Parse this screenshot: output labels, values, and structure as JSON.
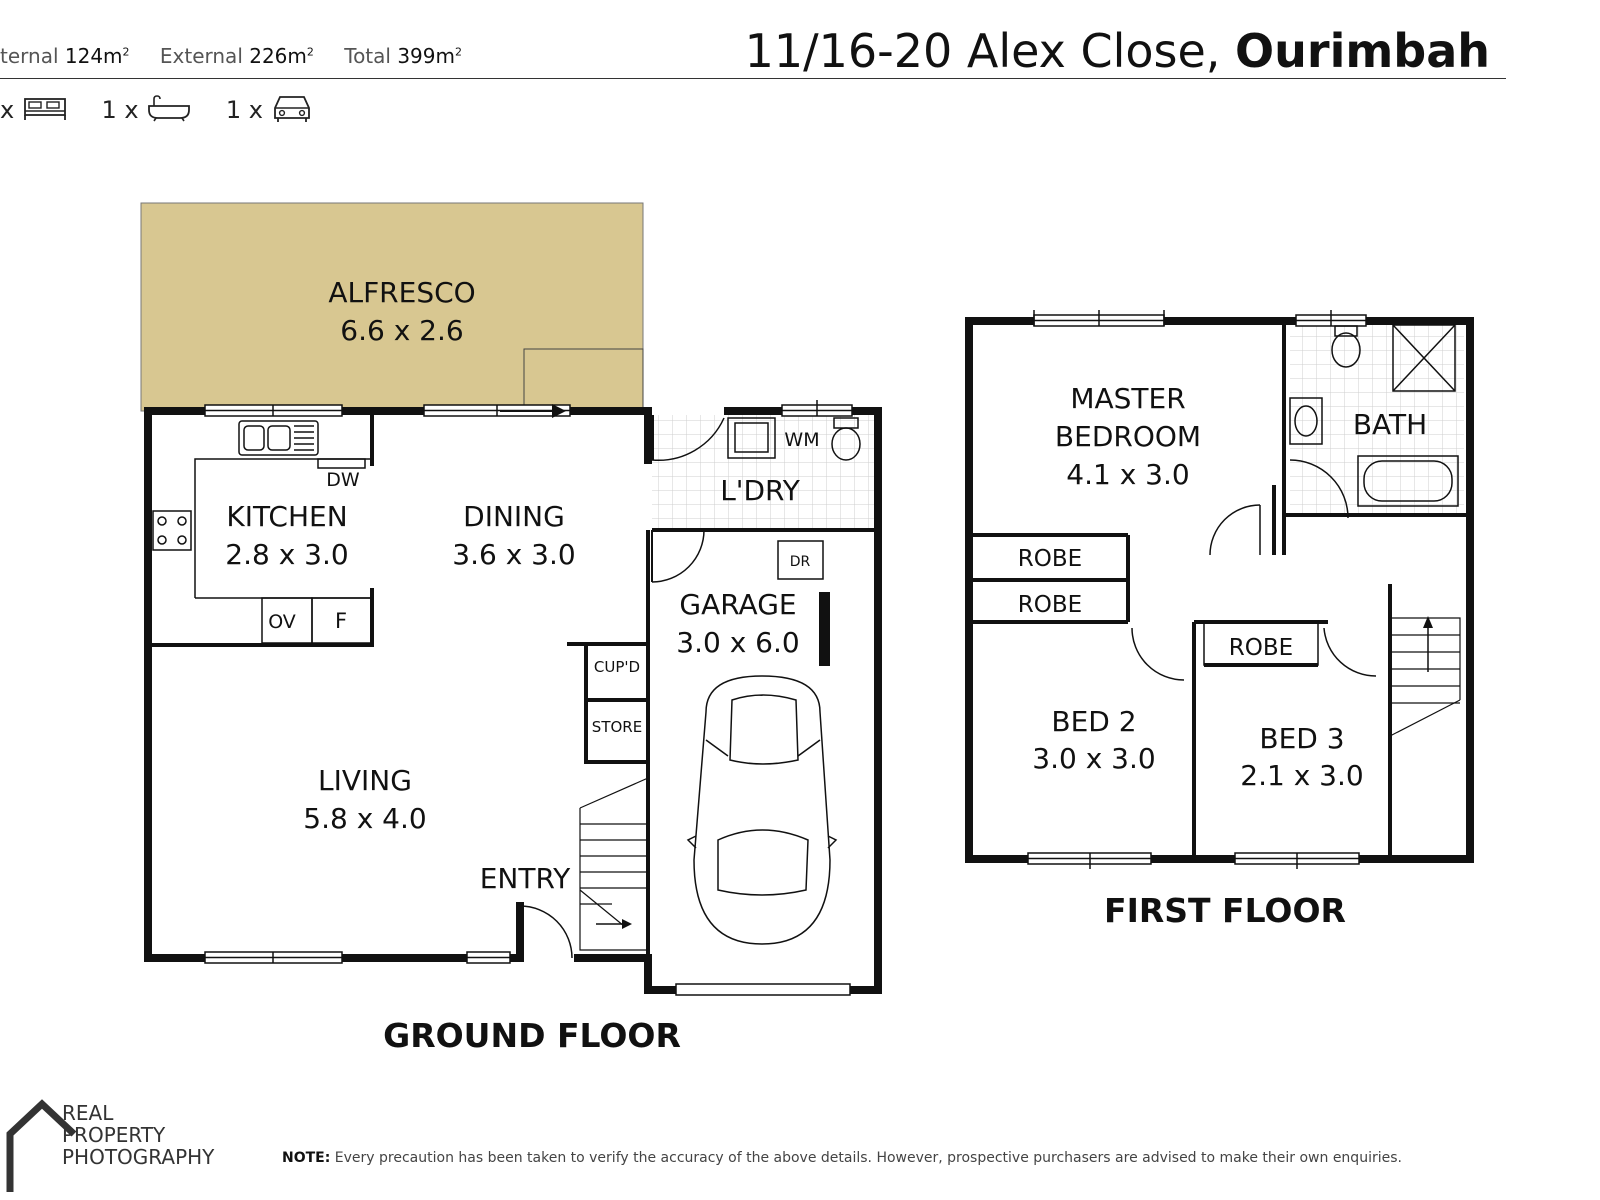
{
  "header": {
    "internal_label": "ternal",
    "internal_value": "124m",
    "external_label": "External",
    "external_value": "226m",
    "total_label": "Total",
    "total_value": "399m",
    "sup": "2",
    "address": "11/16-20 Alex Close,",
    "suburb": "Ourimbah"
  },
  "amenities": {
    "bed_text": "x",
    "bath_text": "1 x",
    "car_text": "1 x"
  },
  "ground_floor": {
    "title": "GROUND FLOOR",
    "alfresco_name": "ALFRESCO",
    "alfresco_size": "6.6 x 2.6",
    "kitchen_name": "KITCHEN",
    "kitchen_size": "2.8 x 3.0",
    "dining_name": "DINING",
    "dining_size": "3.6 x 3.0",
    "laundry_name": "L'DRY",
    "garage_name": "GARAGE",
    "garage_size": "3.0 x 6.0",
    "living_name": "LIVING",
    "living_size": "5.8 x 4.0",
    "entry": "ENTRY",
    "dw": "DW",
    "ov": "OV",
    "f": "F",
    "wm": "WM",
    "dr": "DR",
    "cupd": "CUP'D",
    "store": "STORE"
  },
  "first_floor": {
    "title": "FIRST FLOOR",
    "master_line1": "MASTER",
    "master_line2": "BEDROOM",
    "master_size": "4.1 x 3.0",
    "bath": "BATH",
    "robe1": "ROBE",
    "robe2": "ROBE",
    "robe3": "ROBE",
    "bed2_name": "BED 2",
    "bed2_size": "3.0 x 3.0",
    "bed3_name": "BED 3",
    "bed3_size": "2.1 x 3.0"
  },
  "logo": {
    "line1": "REAL",
    "line2": "PROPERTY",
    "line3": "PHOTOGRAPHY"
  },
  "note": {
    "label": "NOTE:",
    "text": "Every precaution has been taken to verify the accuracy of the above details. However, prospective purchasers are advised to make their own enquiries."
  },
  "colors": {
    "alfresco": "#d8c791",
    "wall": "#111111",
    "tile_grid": "#cfcfcf"
  }
}
